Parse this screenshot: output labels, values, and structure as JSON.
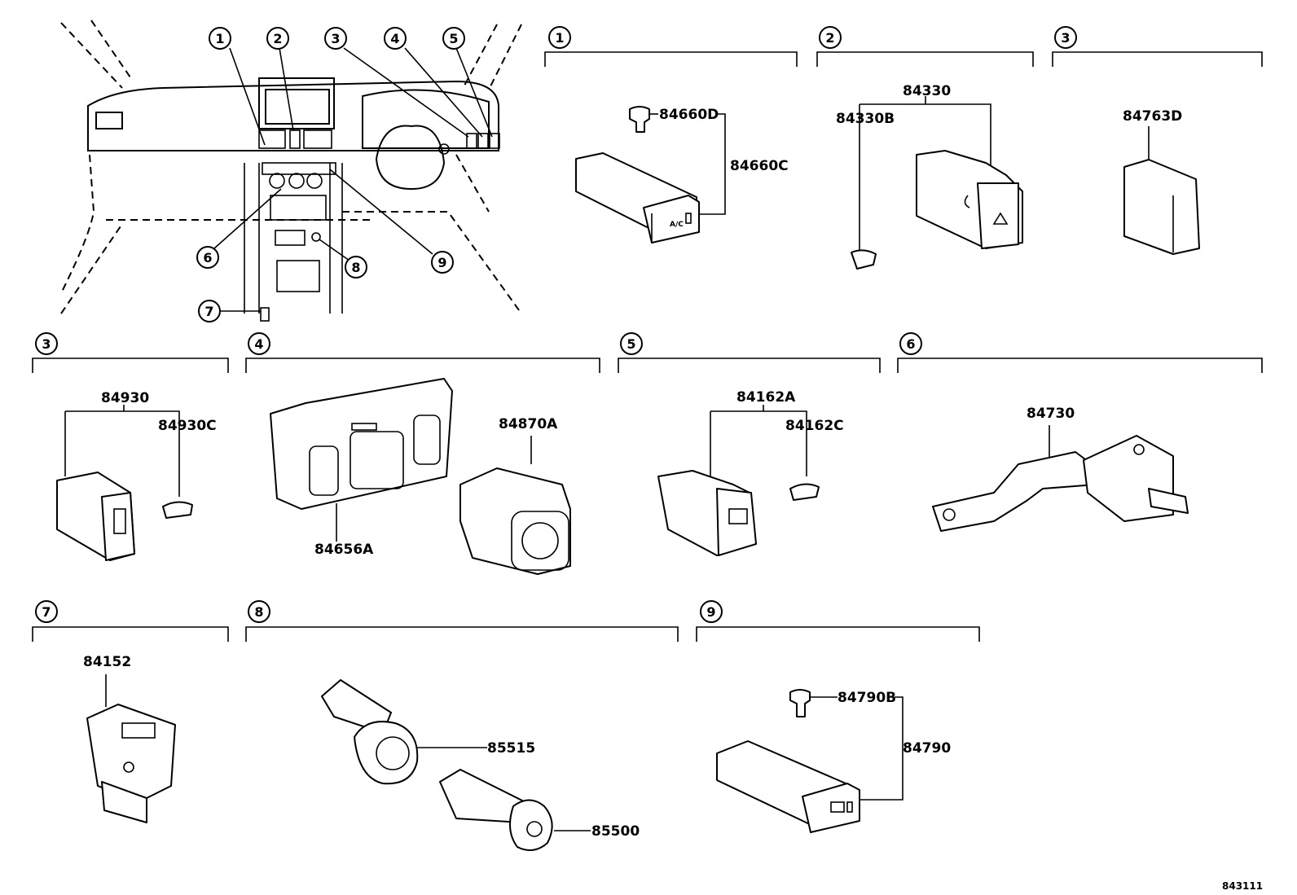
{
  "callouts": {
    "c1": "1",
    "c2": "2",
    "c3": "3",
    "c4": "4",
    "c5": "5",
    "c6": "6",
    "c7": "7",
    "c8": "8",
    "c9": "9"
  },
  "sections": {
    "s1": "1",
    "s2": "2",
    "s3a": "3",
    "s3b": "3",
    "s4": "4",
    "s5": "5",
    "s6": "6",
    "s7": "7",
    "s8": "8",
    "s9": "9"
  },
  "parts": {
    "p84660D": "84660D",
    "p84660C": "84660C",
    "p84330": "84330",
    "p84330B": "84330B",
    "p84763D": "84763D",
    "p84930": "84930",
    "p84930C": "84930C",
    "p84870A": "84870A",
    "p84656A": "84656A",
    "p84162A": "84162A",
    "p84162C": "84162C",
    "p84730": "84730",
    "p84152": "84152",
    "p85515": "85515",
    "p85500": "85500",
    "p84790B": "84790B",
    "p84790": "84790"
  },
  "switch_labels": {
    "ac": "A/C"
  },
  "drawing_id": "843111"
}
